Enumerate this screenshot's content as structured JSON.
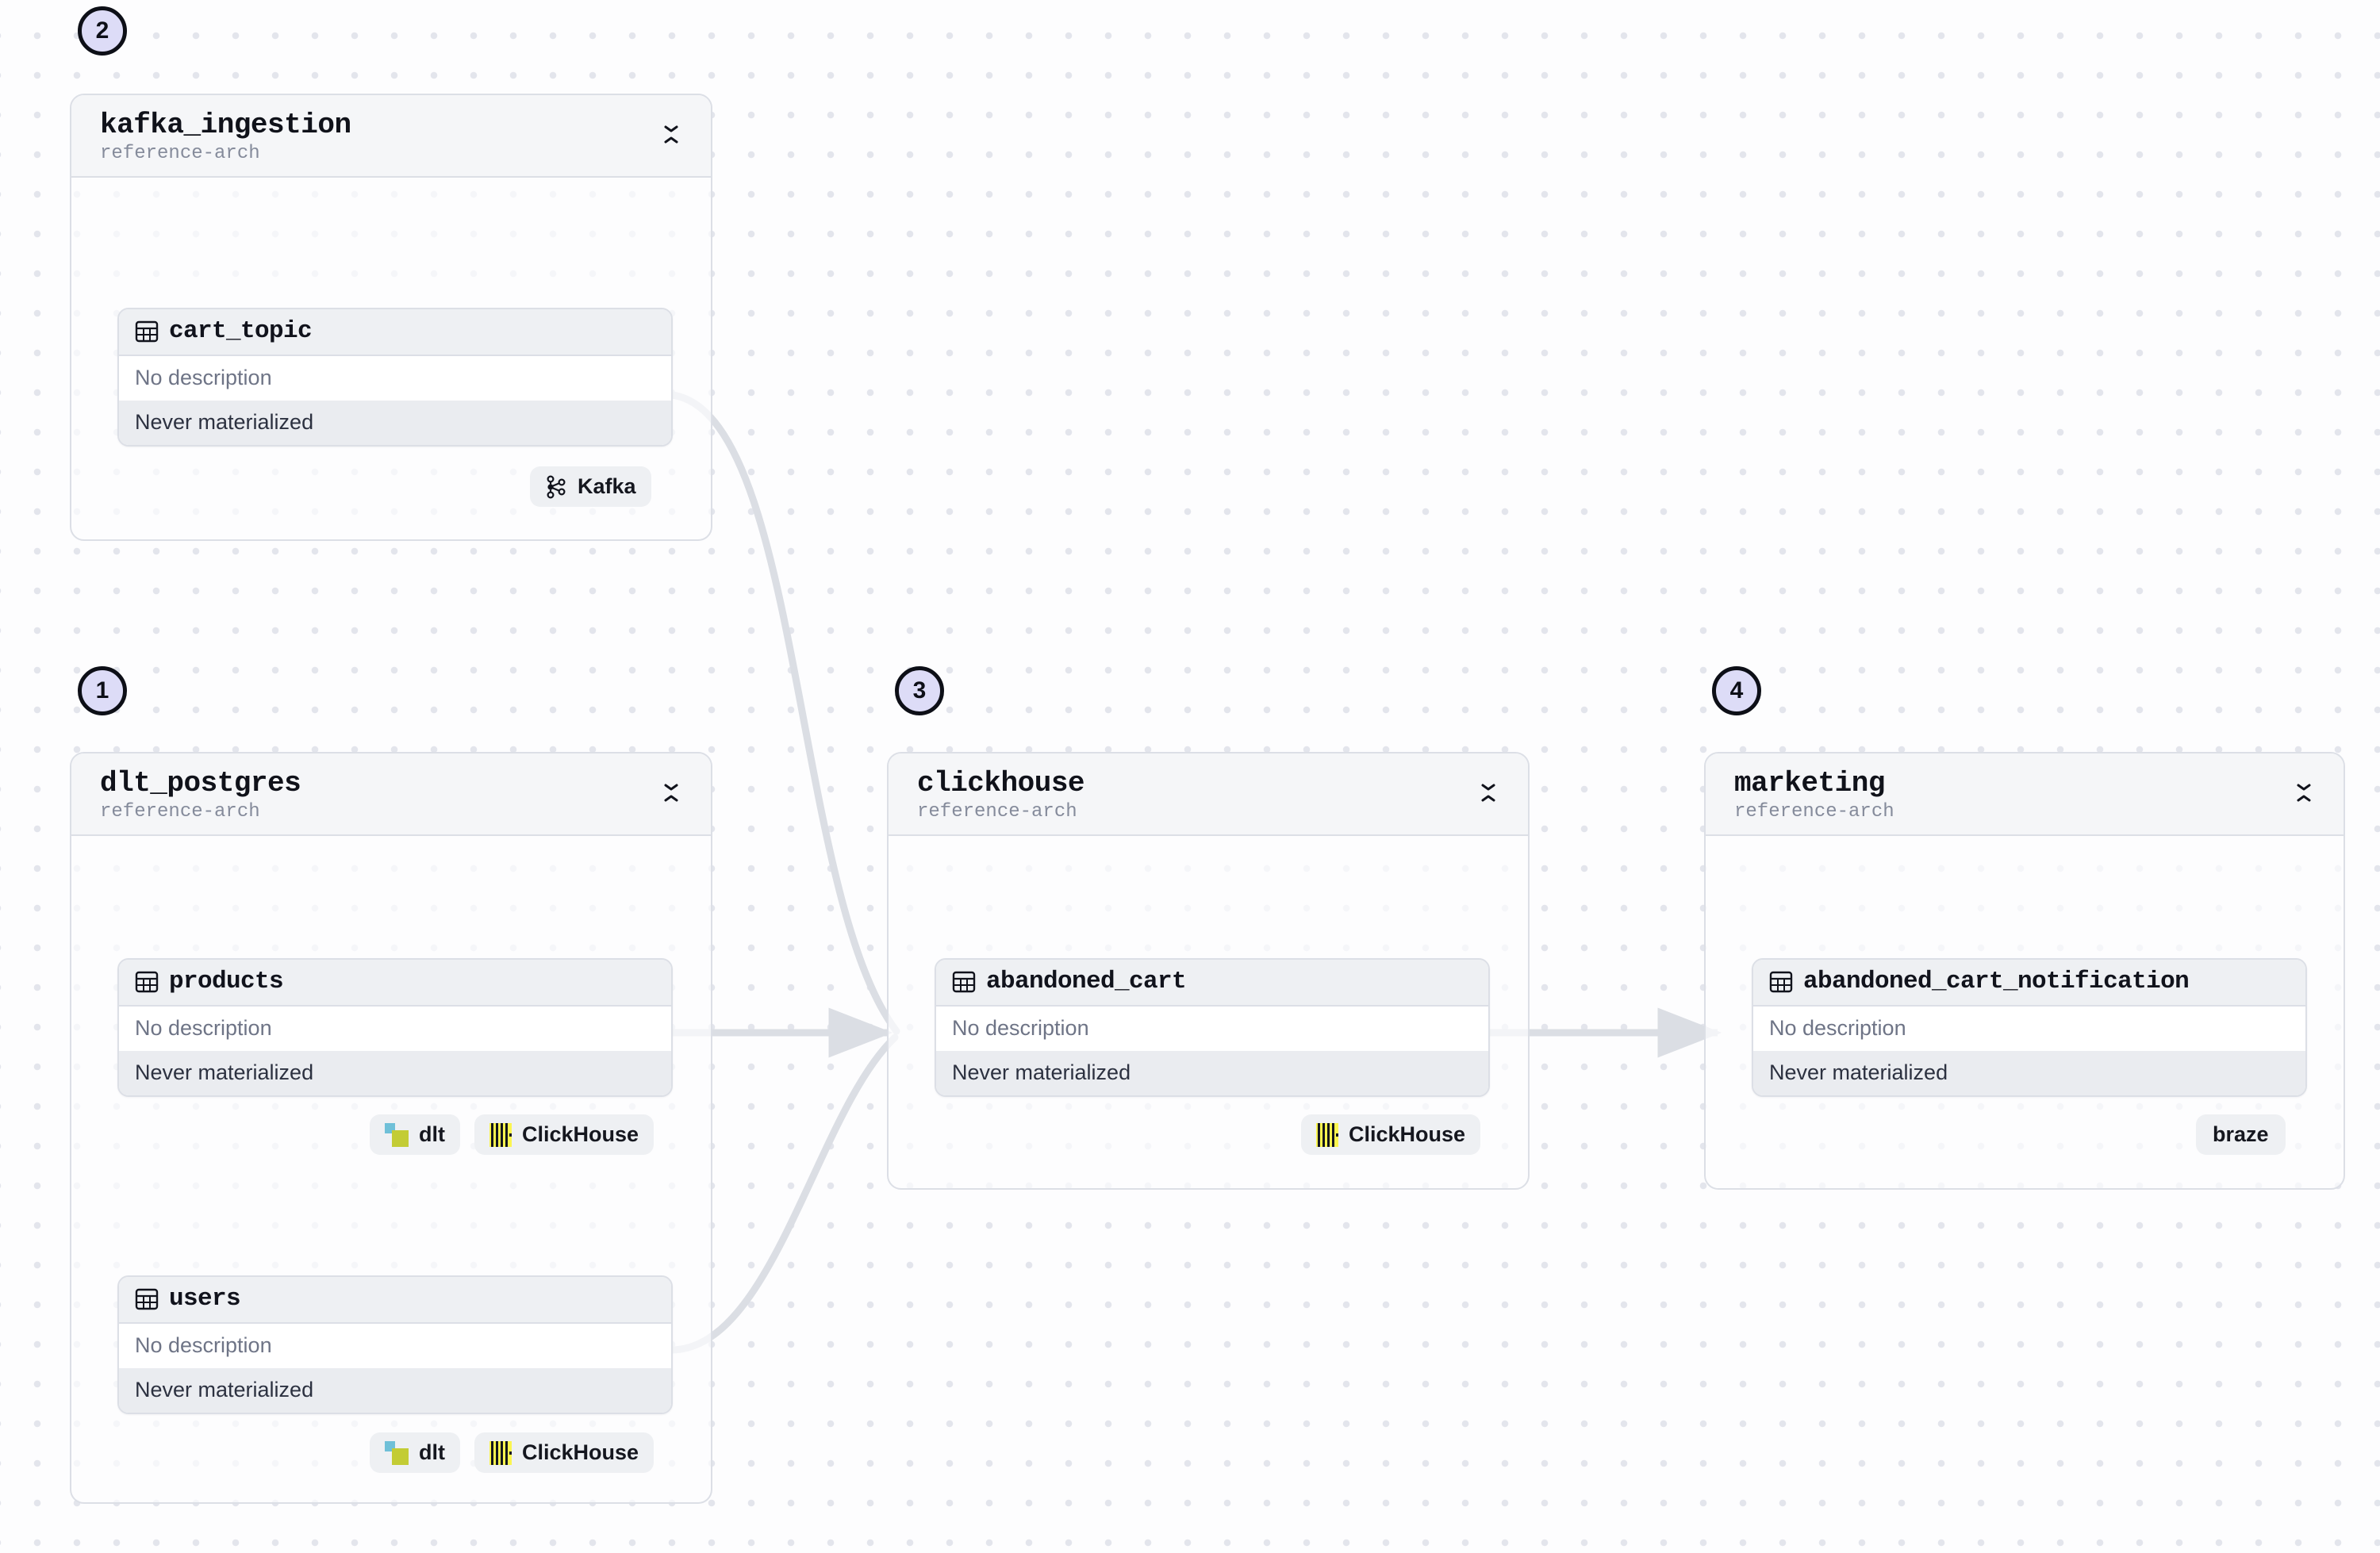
{
  "canvas": {
    "background_color": "#fdfdfe",
    "dot_grid_color": "#e3e5ec",
    "edge_color": "#dbdee4",
    "accent_badge_fill": "#dddcf7",
    "accent_badge_border": "#0d0f17"
  },
  "common": {
    "no_description": "No description",
    "never_materialized": "Never materialized",
    "collapse_icon": "collapse-chevrons-icon",
    "table_icon": "table-grid-icon"
  },
  "groups": [
    {
      "id": "kafka_ingestion",
      "step": "2",
      "title": "kafka_ingestion",
      "subtitle": "reference-arch",
      "tables": [
        {
          "name": "cart_topic",
          "description": "No description",
          "materialization": "Never materialized",
          "badges": [
            {
              "label": "Kafka",
              "icon": "kafka-icon"
            }
          ]
        }
      ]
    },
    {
      "id": "dlt_postgres",
      "step": "1",
      "title": "dlt_postgres",
      "subtitle": "reference-arch",
      "tables": [
        {
          "name": "products",
          "description": "No description",
          "materialization": "Never materialized",
          "badges": [
            {
              "label": "dlt",
              "icon": "dlt-icon"
            },
            {
              "label": "ClickHouse",
              "icon": "clickhouse-icon"
            }
          ]
        },
        {
          "name": "users",
          "description": "No description",
          "materialization": "Never materialized",
          "badges": [
            {
              "label": "dlt",
              "icon": "dlt-icon"
            },
            {
              "label": "ClickHouse",
              "icon": "clickhouse-icon"
            }
          ]
        }
      ]
    },
    {
      "id": "clickhouse",
      "step": "3",
      "title": "clickhouse",
      "subtitle": "reference-arch",
      "tables": [
        {
          "name": "abandoned_cart",
          "description": "No description",
          "materialization": "Never materialized",
          "badges": [
            {
              "label": "ClickHouse",
              "icon": "clickhouse-icon"
            }
          ]
        }
      ]
    },
    {
      "id": "marketing",
      "step": "4",
      "title": "marketing",
      "subtitle": "reference-arch",
      "tables": [
        {
          "name": "abandoned_cart_notification",
          "description": "No description",
          "materialization": "Never materialized",
          "badges": [
            {
              "label": "braze",
              "icon": null
            }
          ]
        }
      ]
    }
  ],
  "edges": [
    {
      "from": "cart_topic",
      "to": "abandoned_cart",
      "style": "curved"
    },
    {
      "from": "products",
      "to": "abandoned_cart",
      "style": "straight"
    },
    {
      "from": "users",
      "to": "abandoned_cart",
      "style": "curved"
    },
    {
      "from": "abandoned_cart",
      "to": "abandoned_cart_notification",
      "style": "straight"
    }
  ]
}
